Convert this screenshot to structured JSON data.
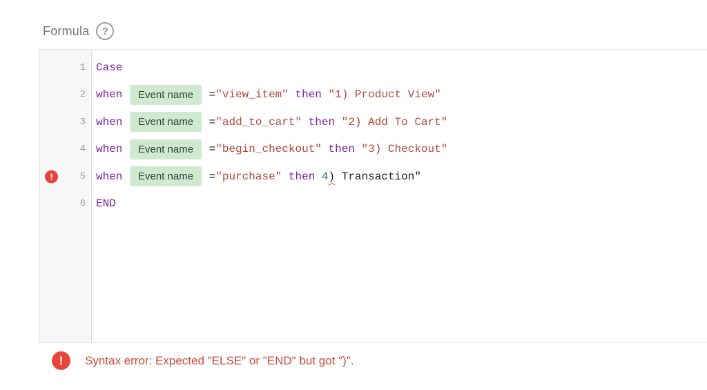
{
  "header": {
    "label": "Formula",
    "help_glyph": "?"
  },
  "editor": {
    "error_line": 5,
    "lines": [
      {
        "number": "1",
        "tokens": [
          {
            "t": "kw",
            "v": "Case"
          }
        ]
      },
      {
        "number": "2",
        "tokens": [
          {
            "t": "kw",
            "v": "when "
          },
          {
            "t": "chip",
            "v": "Event name"
          },
          {
            "t": "plain",
            "v": " ="
          },
          {
            "t": "str",
            "v": "\"view_item\""
          },
          {
            "t": "plain",
            "v": " "
          },
          {
            "t": "kw",
            "v": "then"
          },
          {
            "t": "plain",
            "v": " "
          },
          {
            "t": "str",
            "v": "\"1) Product View\""
          }
        ]
      },
      {
        "number": "3",
        "tokens": [
          {
            "t": "kw",
            "v": "when "
          },
          {
            "t": "chip",
            "v": "Event name"
          },
          {
            "t": "plain",
            "v": " ="
          },
          {
            "t": "str",
            "v": "\"add_to_cart\""
          },
          {
            "t": "plain",
            "v": " "
          },
          {
            "t": "kw",
            "v": "then"
          },
          {
            "t": "plain",
            "v": " "
          },
          {
            "t": "str",
            "v": "\"2) Add To Cart\""
          }
        ]
      },
      {
        "number": "4",
        "tokens": [
          {
            "t": "kw",
            "v": "when "
          },
          {
            "t": "chip",
            "v": "Event name"
          },
          {
            "t": "plain",
            "v": " ="
          },
          {
            "t": "str",
            "v": "\"begin_checkout\""
          },
          {
            "t": "plain",
            "v": " "
          },
          {
            "t": "kw",
            "v": "then"
          },
          {
            "t": "plain",
            "v": " "
          },
          {
            "t": "str",
            "v": "\"3) Checkout\""
          }
        ]
      },
      {
        "number": "5",
        "tokens": [
          {
            "t": "kw",
            "v": "when "
          },
          {
            "t": "chip",
            "v": "Event name"
          },
          {
            "t": "plain",
            "v": " ="
          },
          {
            "t": "str",
            "v": "\"purchase\""
          },
          {
            "t": "plain",
            "v": " "
          },
          {
            "t": "kw",
            "v": "then"
          },
          {
            "t": "plain",
            "v": " "
          },
          {
            "t": "num",
            "v": "4"
          },
          {
            "t": "errparen",
            "v": ")"
          },
          {
            "t": "plain",
            "v": " Transaction\""
          }
        ]
      },
      {
        "number": "6",
        "tokens": [
          {
            "t": "kw",
            "v": "END"
          }
        ]
      }
    ]
  },
  "error_bar": {
    "icon_glyph": "!",
    "message": "Syntax error: Expected \"ELSE\" or \"END\" but got \")\"."
  },
  "colors": {
    "keyword": "#7b1fa2",
    "string": "#b0483a",
    "number": "#27754f",
    "chip_background": "#cde9cf",
    "chip_text": "#333f38",
    "gutter_background": "#f7f7f7",
    "line_number": "#9e9e9e",
    "error_icon": "#e8453a",
    "error_text": "#cb4b3e"
  }
}
